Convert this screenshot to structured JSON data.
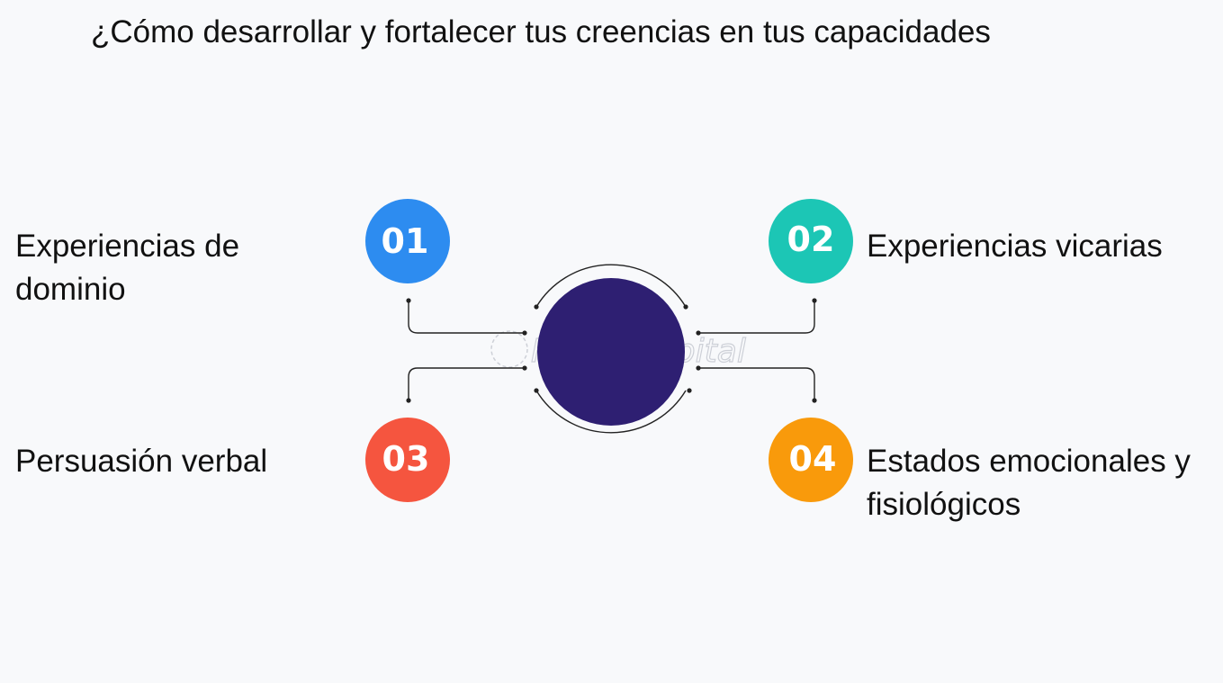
{
  "title": "¿Cómo desarrollar y fortalecer tus creencias en tus capacidades",
  "items": [
    {
      "number": "01",
      "label": "Experiencias de dominio",
      "color": "#2d8cf0"
    },
    {
      "number": "02",
      "label": "Experiencias vicarias",
      "color": "#1cc6b5"
    },
    {
      "number": "03",
      "label": "Persuasión verbal",
      "color": "#f5553f"
    },
    {
      "number": "04",
      "label": "Estados emocionales y fisiológicos",
      "color": "#f99a0b"
    }
  ],
  "hub_color": "#2e1f72",
  "watermark": "FasterCapital"
}
